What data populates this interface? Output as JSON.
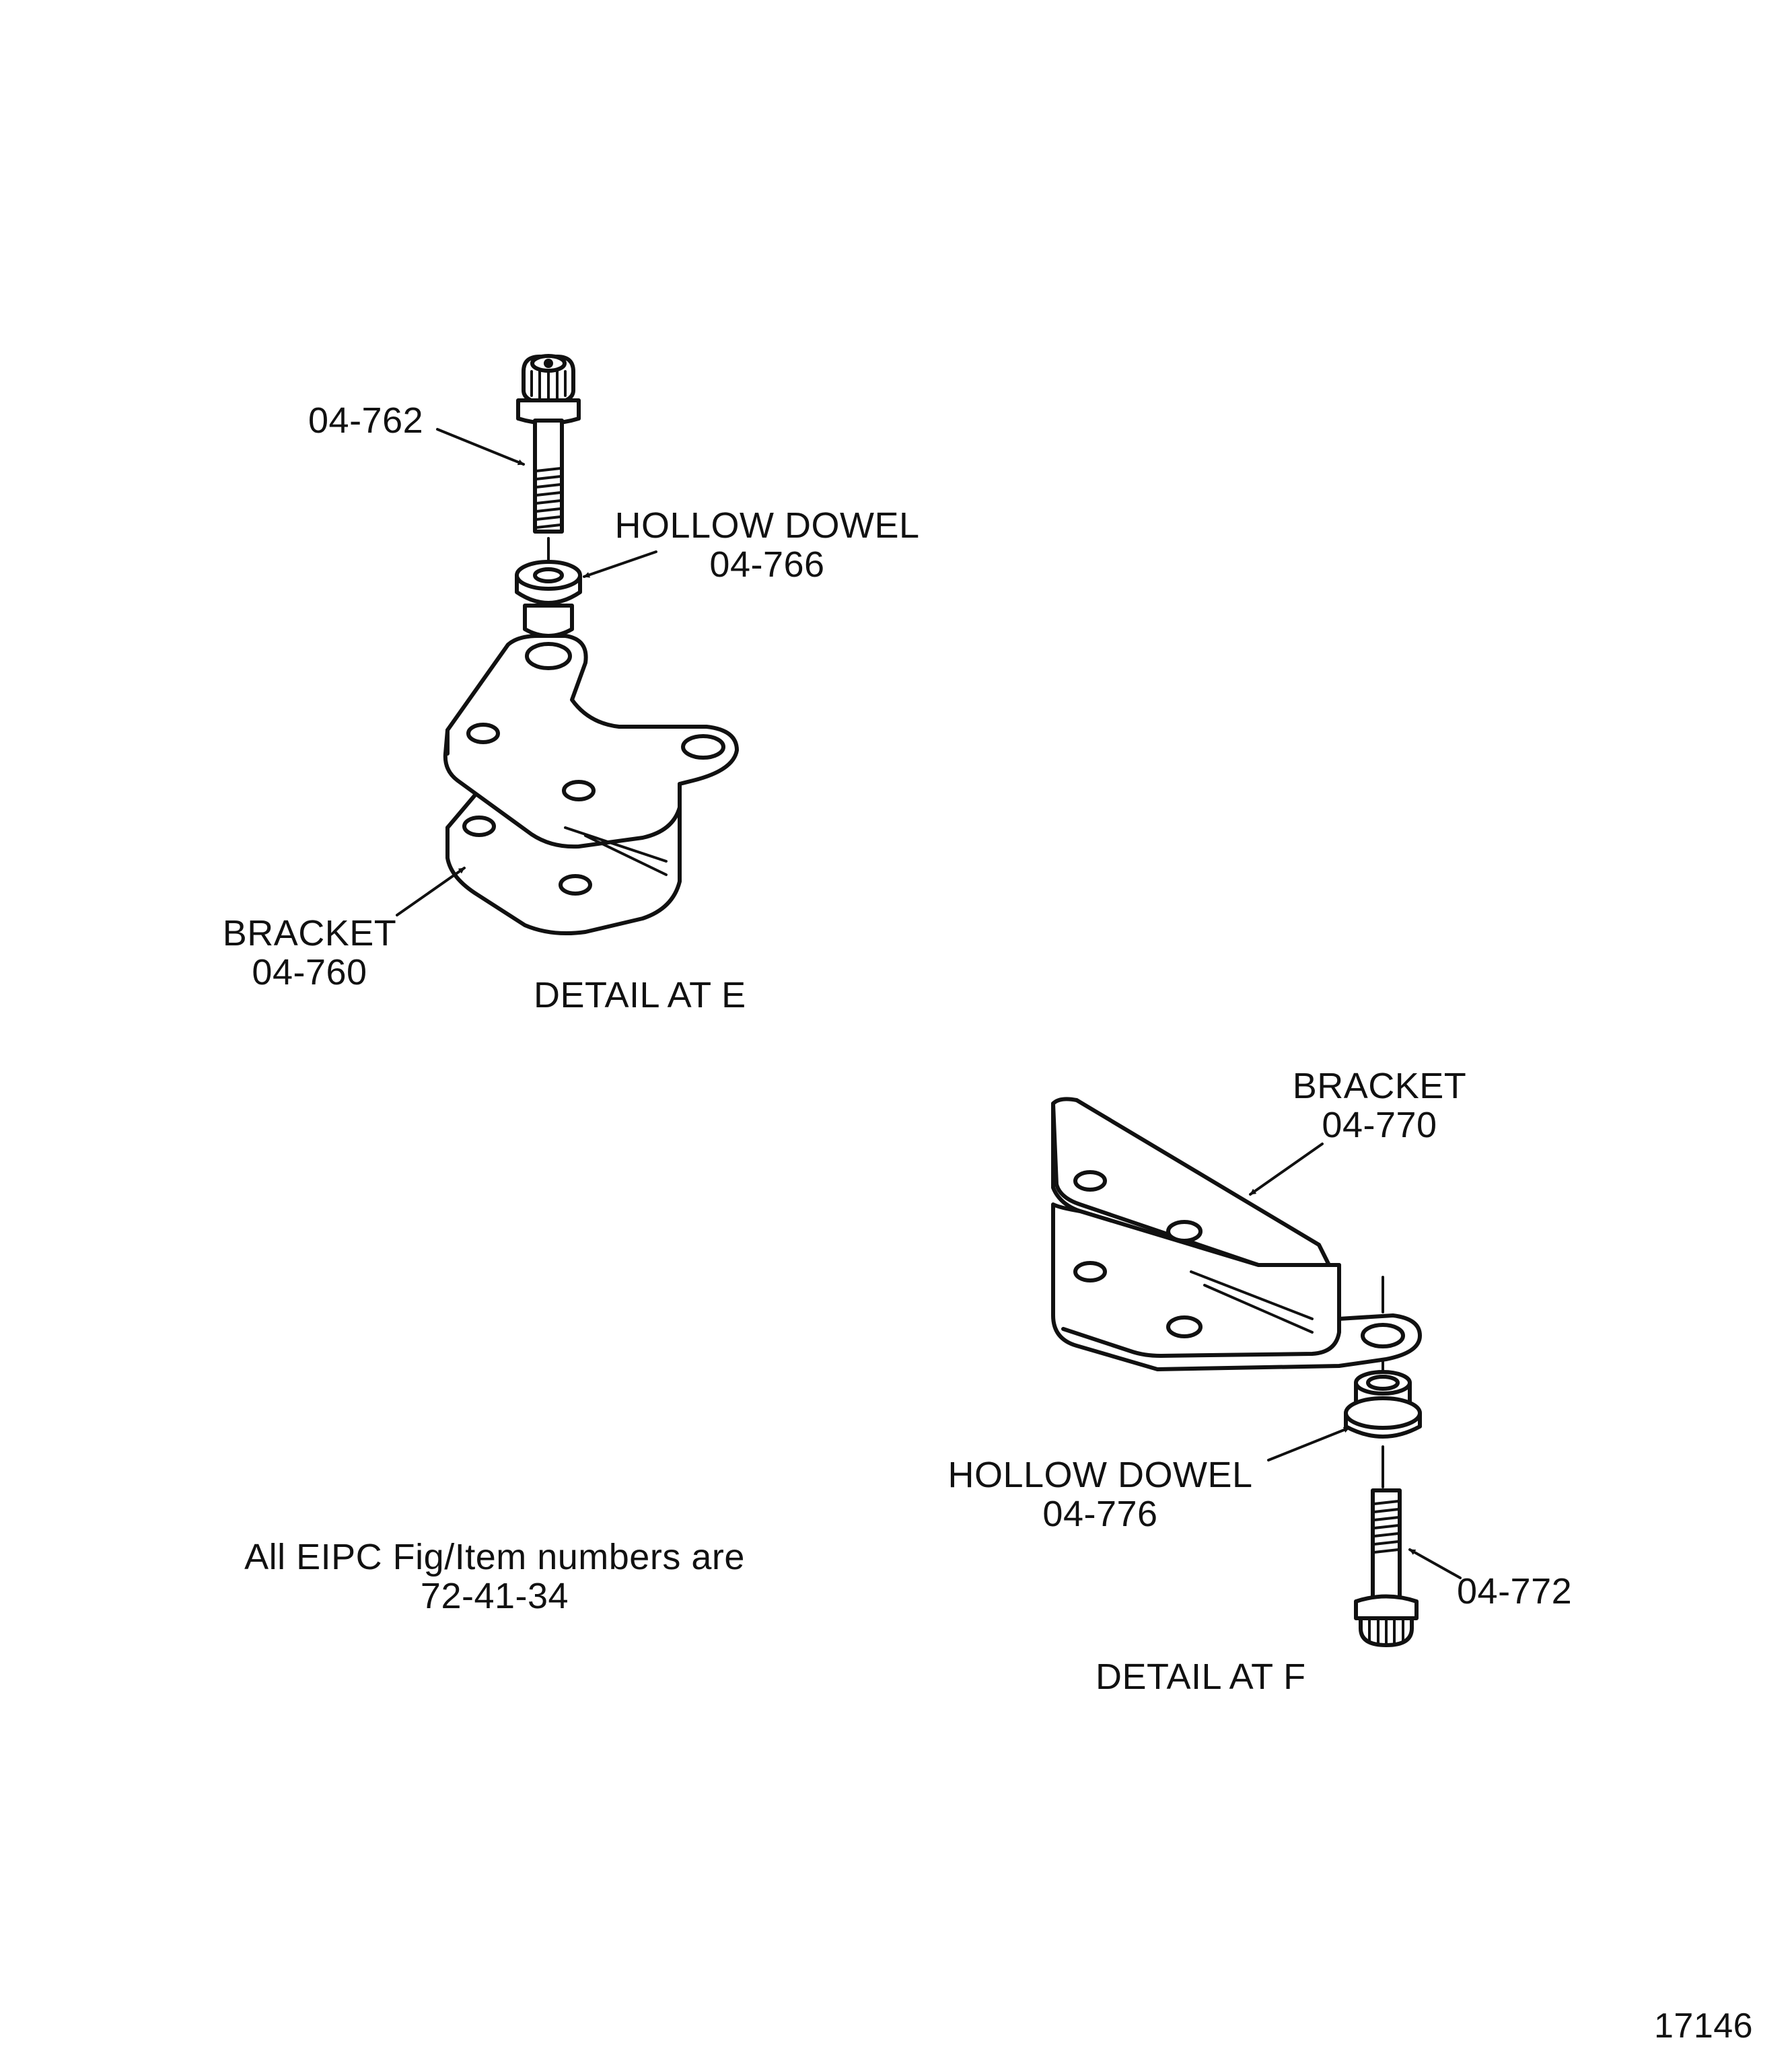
{
  "detail_e": {
    "bolt_label": "04-762",
    "dowel_name": "HOLLOW DOWEL",
    "dowel_number": "04-766",
    "bracket_name": "BRACKET",
    "bracket_number": "04-760",
    "caption": "DETAIL AT E"
  },
  "detail_f": {
    "bracket_name": "BRACKET",
    "bracket_number": "04-770",
    "dowel_name": "HOLLOW DOWEL",
    "dowel_number": "04-776",
    "bolt_label": "04-772",
    "caption": "DETAIL AT F"
  },
  "note": {
    "line1": "All EIPC Fig/Item numbers are",
    "line2": "72-41-34"
  },
  "figure_number": "17146"
}
